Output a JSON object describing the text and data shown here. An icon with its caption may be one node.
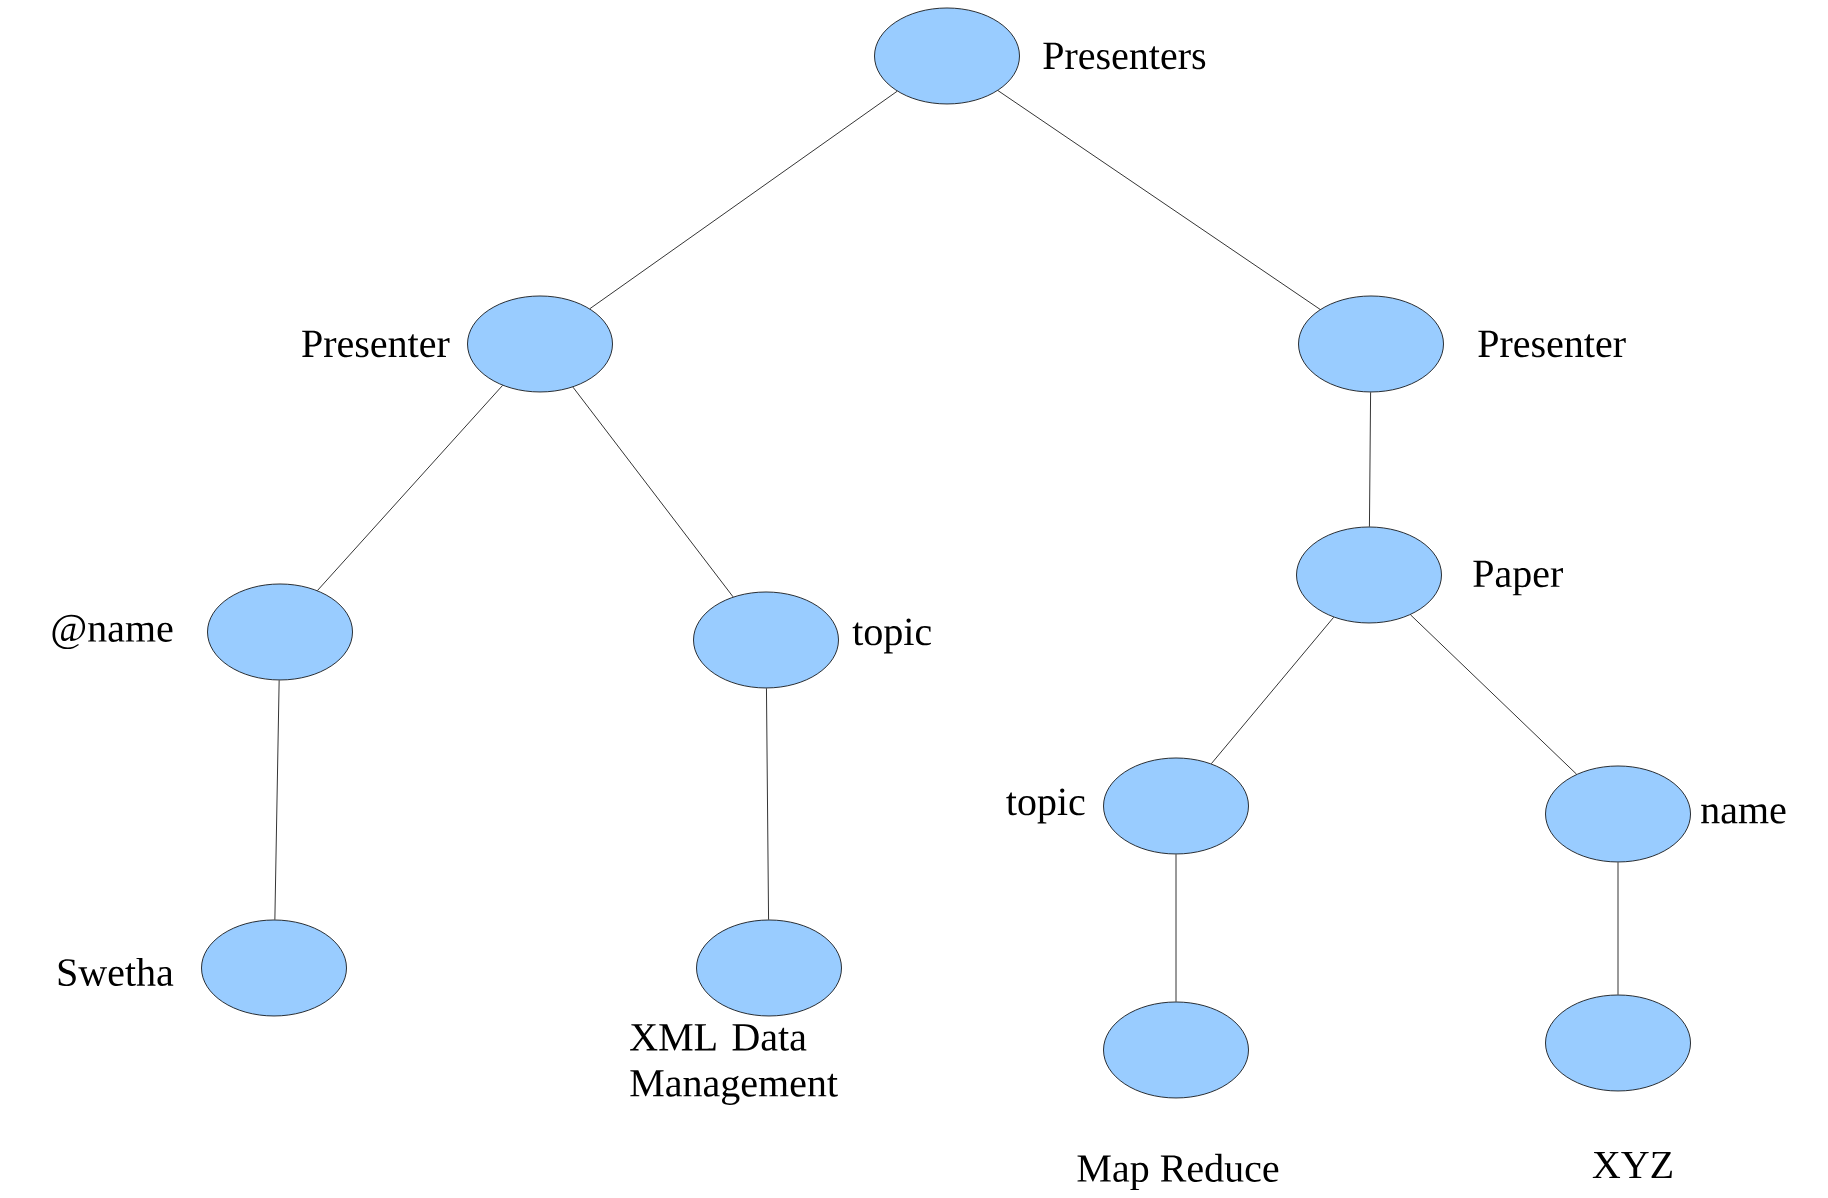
{
  "diagram": {
    "nodes": [
      {
        "text": [],
        "shape": "ellipse",
        "beside": [
          "Presenters"
        ]
      },
      {
        "text": [],
        "shape": "ellipse",
        "beside": [
          "Presenter"
        ]
      },
      {
        "text": [],
        "shape": "ellipse",
        "beside": [
          "Presenter"
        ]
      },
      {
        "text": [],
        "shape": "ellipse",
        "beside": [
          "@name"
        ]
      },
      {
        "text": [],
        "shape": "ellipse",
        "beside": [
          "topic"
        ]
      },
      {
        "text": [],
        "shape": "ellipse",
        "beside": [
          "Paper"
        ]
      },
      {
        "text": [],
        "shape": "ellipse",
        "beside": [
          "topic"
        ]
      },
      {
        "text": [],
        "shape": "ellipse",
        "beside": [
          "name"
        ]
      },
      {
        "text": [],
        "shape": "ellipse",
        "beside": [
          "Swetha"
        ]
      },
      {
        "text": [],
        "shape": "ellipse",
        "beside": [
          "XML Data Management"
        ]
      },
      {
        "text": [],
        "shape": "ellipse",
        "beside": [
          "Map Reduce"
        ]
      },
      {
        "text": [],
        "shape": "ellipse",
        "beside": [
          "XYZ"
        ]
      }
    ],
    "edges": [
      {
        "from": 0,
        "to": 1,
        "arrow": "none"
      },
      {
        "from": 0,
        "to": 2,
        "arrow": "none"
      },
      {
        "from": 1,
        "to": 3,
        "arrow": "none"
      },
      {
        "from": 1,
        "to": 4,
        "arrow": "none"
      },
      {
        "from": 2,
        "to": 5,
        "arrow": "none"
      },
      {
        "from": 5,
        "to": 6,
        "arrow": "none"
      },
      {
        "from": 5,
        "to": 7,
        "arrow": "none"
      },
      {
        "from": 3,
        "to": 8,
        "arrow": "none"
      },
      {
        "from": 4,
        "to": 9,
        "arrow": "none"
      },
      {
        "from": 6,
        "to": 10,
        "arrow": "none"
      },
      {
        "from": 7,
        "to": 11,
        "arrow": "none"
      }
    ]
  }
}
